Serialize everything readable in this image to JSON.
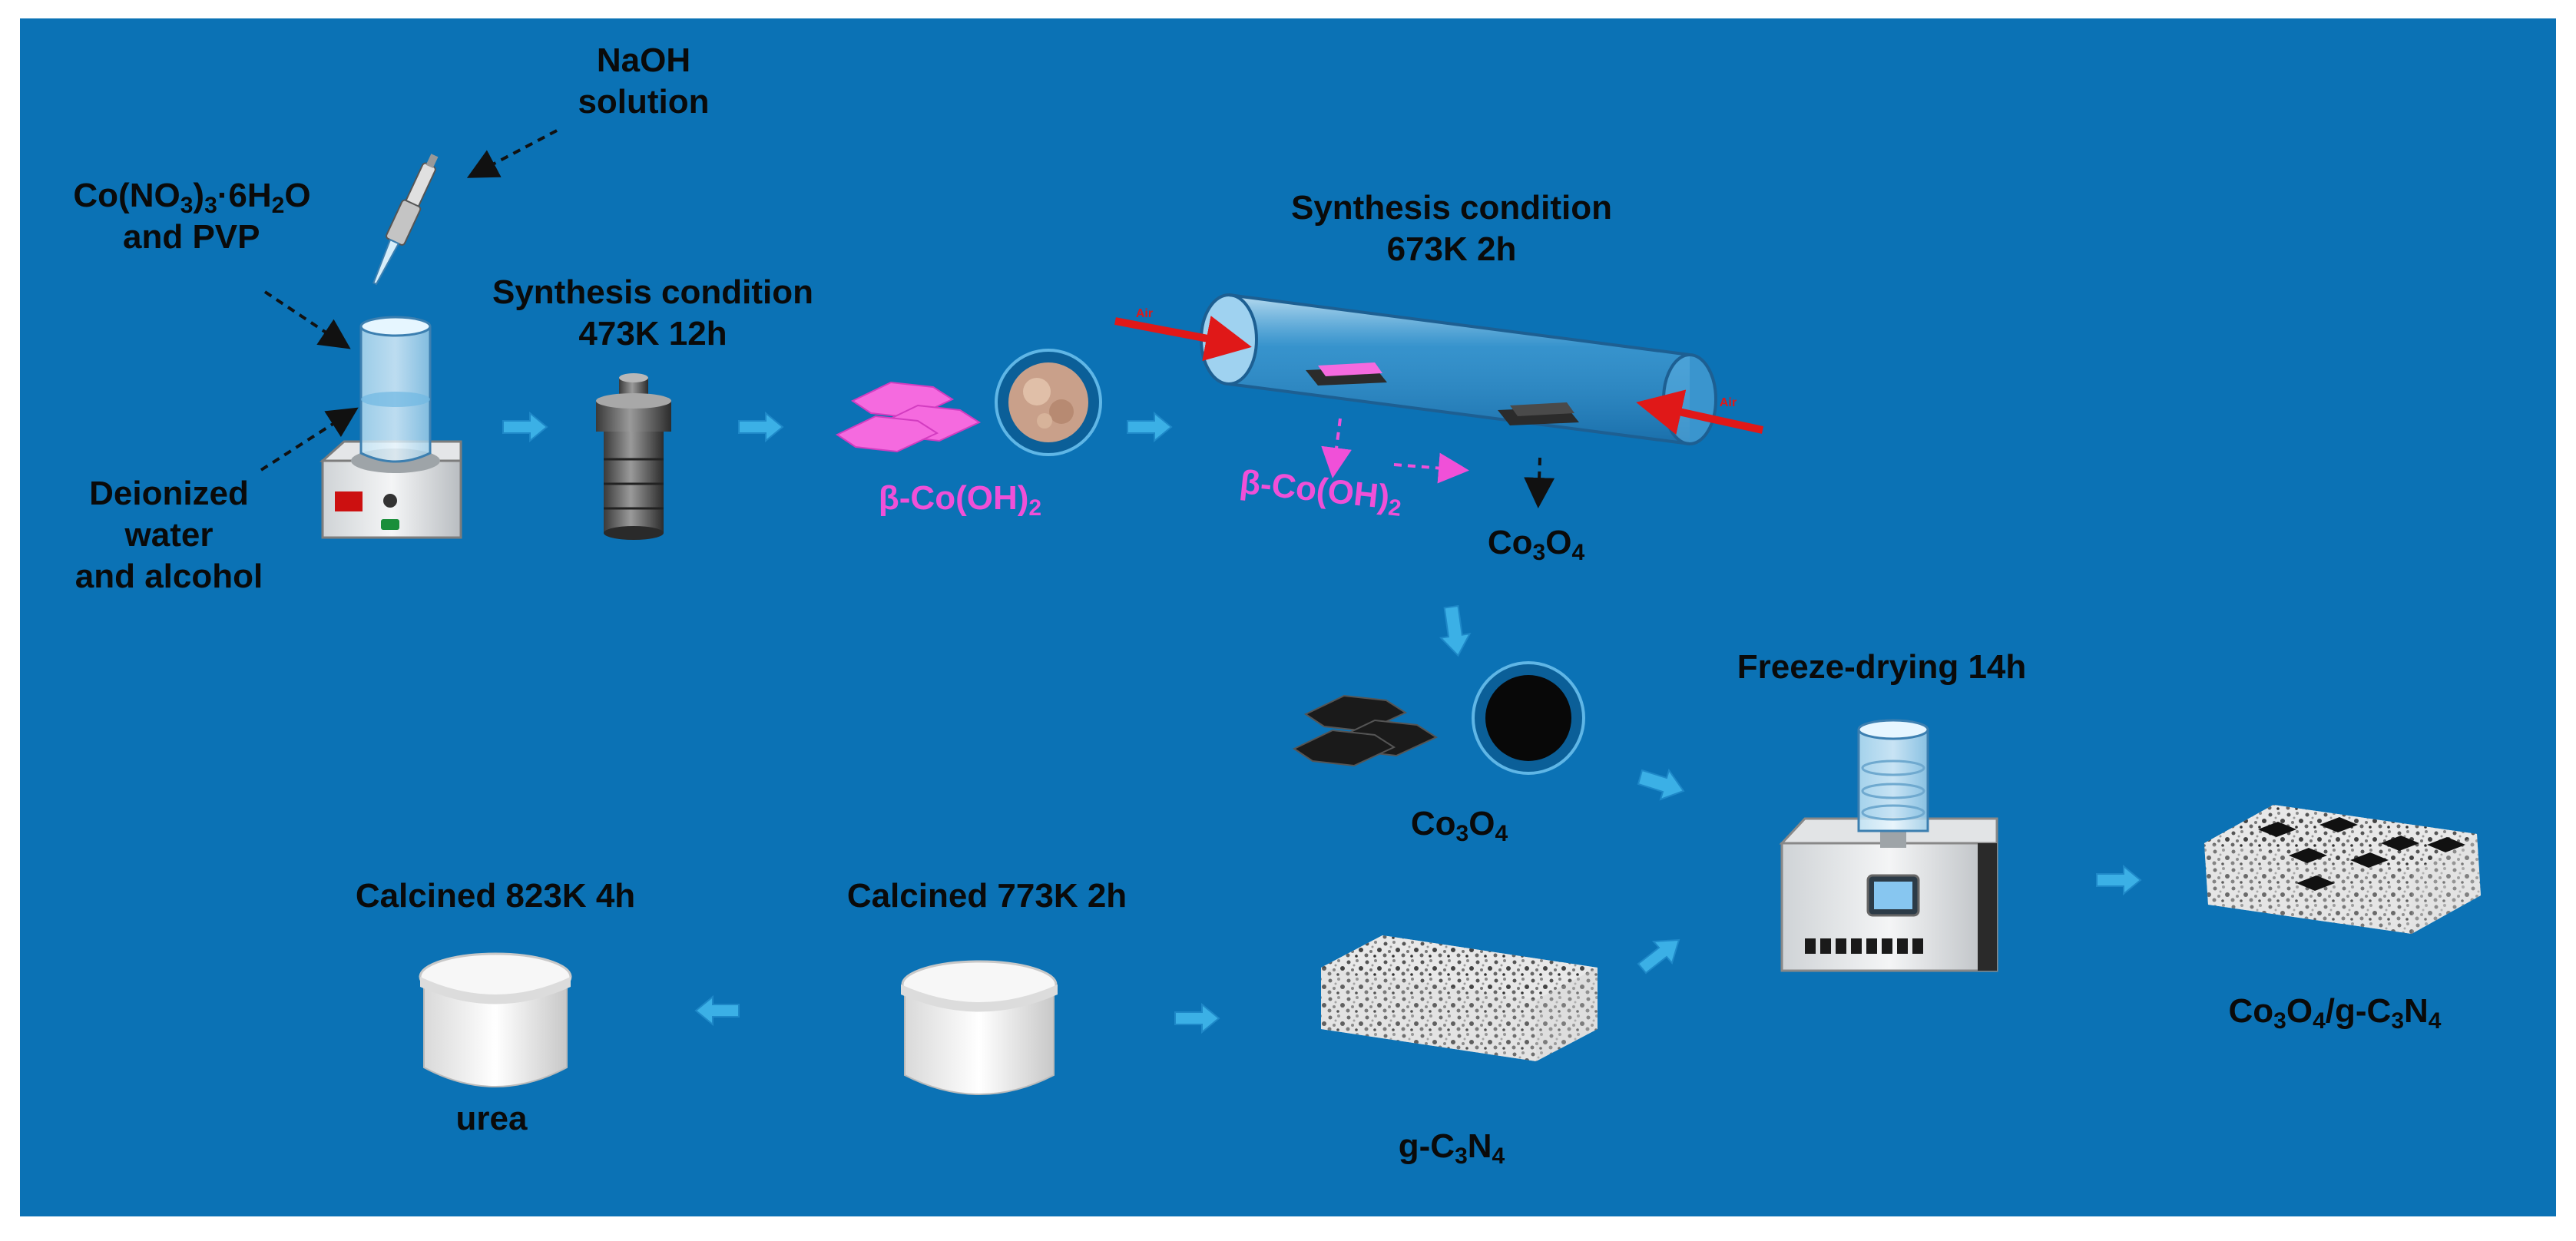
{
  "colors": {
    "background": "#0b72b5",
    "border": "#ffffff",
    "arrow": "#3bb0e6",
    "pink": "#f050d8",
    "air_arrow": "#e01818",
    "text": "#0a0a0a"
  },
  "labels": {
    "naoh_line1": "NaOH",
    "naoh_line2": "solution",
    "precursor_line1_a": "Co(NO",
    "precursor_sub1": "3",
    "precursor_line1_b": ")",
    "precursor_sub2": "3",
    "precursor_line1_c": "·6H",
    "precursor_sub3": "2",
    "precursor_line1_d": "O",
    "precursor_line2": "and PVP",
    "solvent_line1": "Deionized",
    "solvent_line2": "water",
    "solvent_line3": "and alcohol",
    "synth1_line1": "Synthesis condition",
    "synth1_line2": "473K 12h",
    "synth2_line1": "Synthesis condition",
    "synth2_line2": "673K 2h",
    "beta_a": "β-Co(OH)",
    "beta_sub": "2",
    "beta2_a": "β-Co(OH)",
    "beta2_sub": "2",
    "co3o4_tube_a": "Co",
    "co3o4_tube_s1": "3",
    "co3o4_tube_b": "O",
    "co3o4_tube_s2": "4",
    "co3o4_a": "Co",
    "co3o4_s1": "3",
    "co3o4_b": "O",
    "co3o4_s2": "4",
    "freeze": "Freeze-drying 14h",
    "calcined1": "Calcined 823K 4h",
    "calcined2": "Calcined 773K 2h",
    "urea": "urea",
    "gcn_a": "g-C",
    "gcn_s1": "3",
    "gcn_b": "N",
    "gcn_s2": "4",
    "comp_a": "Co",
    "comp_s1": "3",
    "comp_b": "O",
    "comp_s2": "4",
    "comp_c": "/g-C",
    "comp_s3": "3",
    "comp_d": "N",
    "comp_s4": "4",
    "air_left": "Air",
    "air_right": "Air"
  }
}
